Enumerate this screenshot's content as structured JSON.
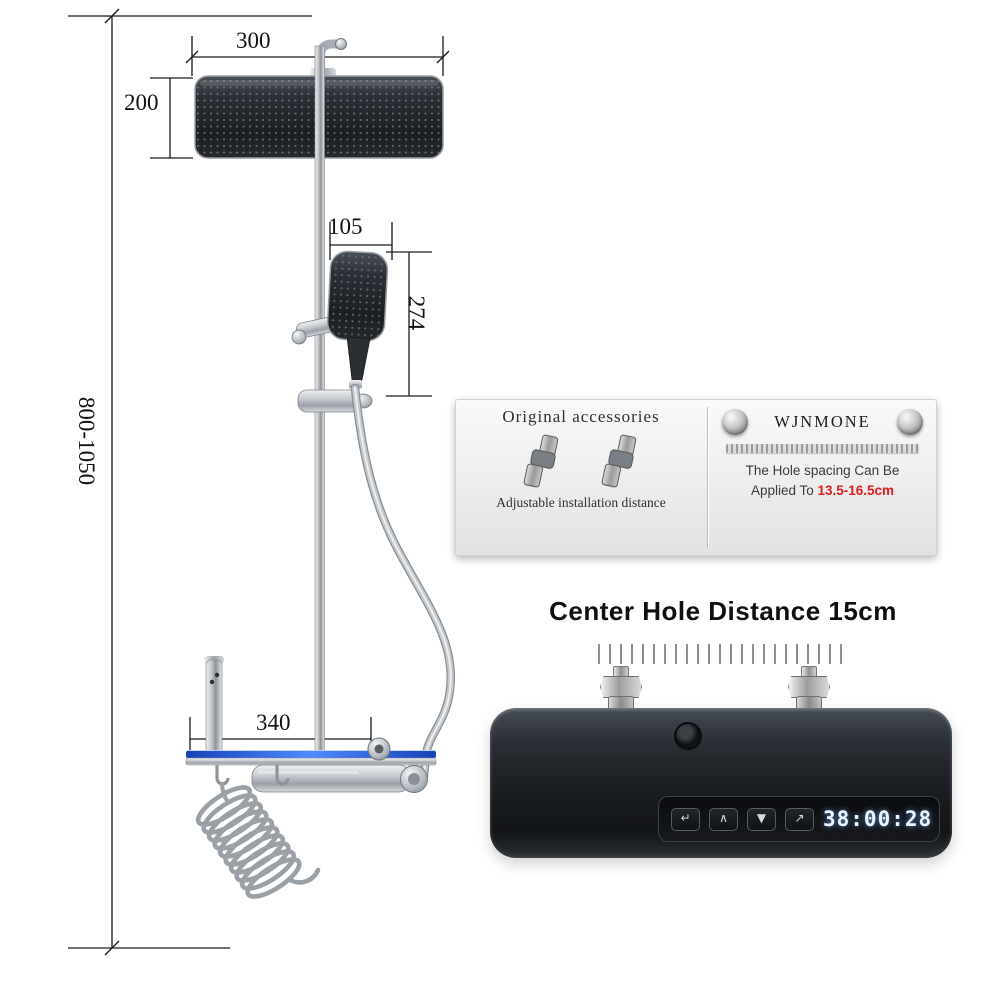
{
  "colors": {
    "shelf_glass": "#2f63e8",
    "highlight_red": "#e01b1b",
    "display_text": "#eaf4ff",
    "panel_body": "#1c1f23"
  },
  "dimensions": {
    "head_width": "300",
    "head_height": "200",
    "hand_width": "105",
    "hand_height": "274",
    "overall_height": "800-1050",
    "shelf_width": "340"
  },
  "accessories_box": {
    "title": "Original accessories",
    "caption": "Adjustable installation distance",
    "brand": "WJNMONE",
    "note_line1": "The Hole spacing Can Be",
    "note_line2_prefix": "Applied To ",
    "note_range": "13.5-16.5cm"
  },
  "control_unit": {
    "title": "Center Hole Distance 15cm",
    "display_time": "38:00:28",
    "buttons": [
      {
        "name": "return-button",
        "glyph": "↵"
      },
      {
        "name": "up-button",
        "glyph": "∧"
      },
      {
        "name": "down-button",
        "glyph": "▼"
      },
      {
        "name": "diagonal-arrow-button",
        "glyph": "↗"
      }
    ]
  }
}
